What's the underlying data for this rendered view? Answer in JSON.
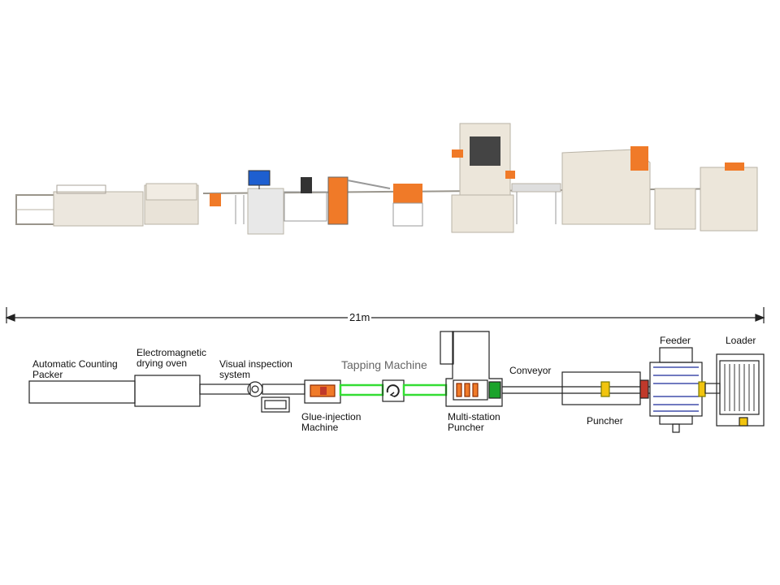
{
  "dimension": {
    "label": "21m"
  },
  "machines": {
    "counting_packer": "Automatic Counting\nPacker",
    "drying_oven": "Electromagnetic\ndrying oven",
    "visual_inspection": "Visual inspection\nsystem",
    "glue_injection": "Glue-injection\nMachine",
    "tapping_machine": "Tapping Machine",
    "multi_station_puncher": "Multi-station\nPuncher",
    "conveyor": "Conveyor",
    "puncher": "Puncher",
    "feeder": "Feeder",
    "loader": "Loader"
  },
  "colors": {
    "machine_body": "#ece6da",
    "accent_orange": "#f07a28",
    "pipe_green": "#33dd33",
    "outline": "#222222",
    "screen_blue": "#1e5fd0"
  }
}
